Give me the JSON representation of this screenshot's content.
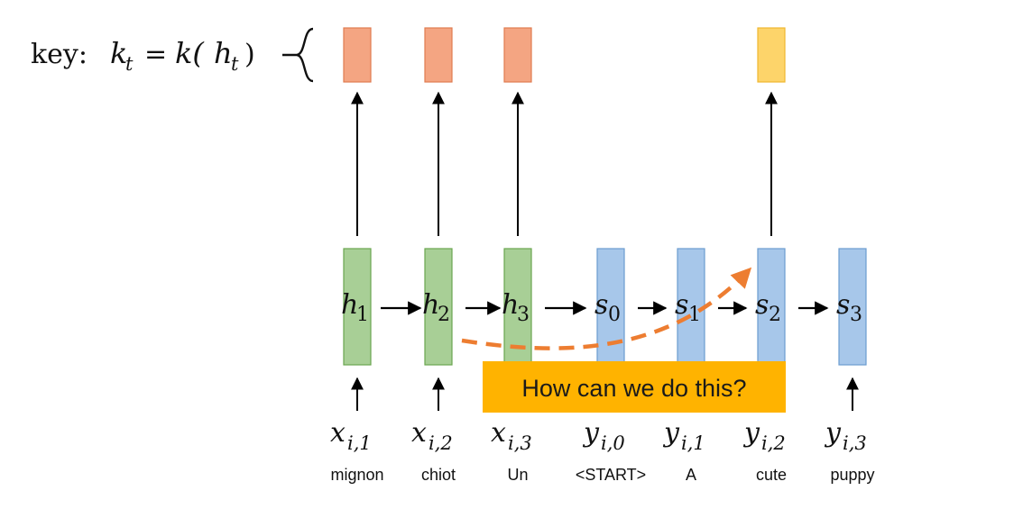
{
  "key_label": {
    "prefix": "key:",
    "k": "k",
    "t": "t",
    "eq": "=",
    "rhs_k": "k(",
    "rhs_h": "h",
    "rhs_close": ")"
  },
  "callout": {
    "text": "How can we do this?"
  },
  "colors": {
    "key_orange": "#f4a582",
    "key_orange_stroke": "#e07b4f",
    "key_yellow": "#fdd46a",
    "key_yellow_stroke": "#f0b72f",
    "encoder_fill": "#a8cf96",
    "encoder_stroke": "#6aa54f",
    "decoder_fill": "#a7c7ea",
    "decoder_stroke": "#6c9cd0",
    "callout_bg": "#ffb300",
    "curve": "#ed7d31"
  },
  "states": [
    {
      "letter": "h",
      "sub": "1",
      "kind": "encoder",
      "has_key": true,
      "key_color": "orange",
      "input_var": "x",
      "input_sub": "i,1",
      "word": "mignon"
    },
    {
      "letter": "h",
      "sub": "2",
      "kind": "encoder",
      "has_key": true,
      "key_color": "orange",
      "input_var": "x",
      "input_sub": "i,2",
      "word": "chiot"
    },
    {
      "letter": "h",
      "sub": "3",
      "kind": "encoder",
      "has_key": true,
      "key_color": "orange",
      "input_var": "x",
      "input_sub": "i,3",
      "word": "Un"
    },
    {
      "letter": "s",
      "sub": "0",
      "kind": "decoder",
      "has_key": false,
      "key_color": "",
      "input_var": "y",
      "input_sub": "i,0",
      "word": "<START>"
    },
    {
      "letter": "s",
      "sub": "1",
      "kind": "decoder",
      "has_key": false,
      "key_color": "",
      "input_var": "y",
      "input_sub": "i,1",
      "word": "A"
    },
    {
      "letter": "s",
      "sub": "2",
      "kind": "decoder",
      "has_key": true,
      "key_color": "yellow",
      "input_var": "y",
      "input_sub": "i,2",
      "word": "cute"
    },
    {
      "letter": "s",
      "sub": "3",
      "kind": "decoder",
      "has_key": false,
      "key_color": "",
      "input_var": "y",
      "input_sub": "i,3",
      "word": "puppy"
    }
  ]
}
